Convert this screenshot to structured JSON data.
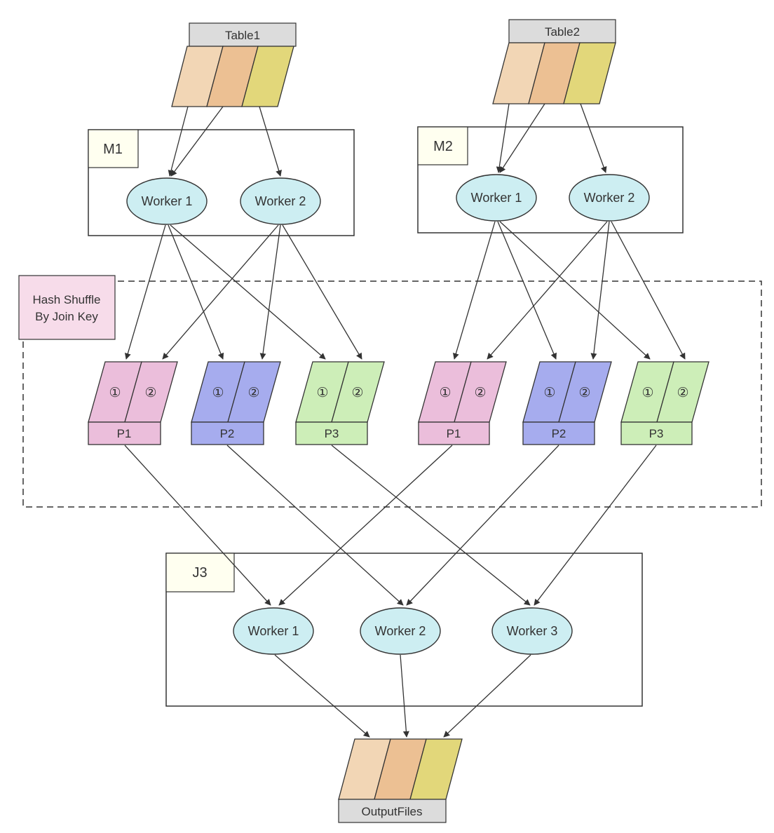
{
  "tables": {
    "table1": "Table1",
    "table2": "Table2",
    "output": "OutputFiles"
  },
  "stages": {
    "m1": {
      "label": "M1",
      "workers": [
        "Worker 1",
        "Worker 2"
      ]
    },
    "m2": {
      "label": "M2",
      "workers": [
        "Worker 1",
        "Worker 2"
      ]
    },
    "j3": {
      "label": "J3",
      "workers": [
        "Worker 1",
        "Worker 2",
        "Worker 3"
      ]
    }
  },
  "shuffle": {
    "line1": "Hash Shuffle",
    "line2": "By Join Key"
  },
  "partitions": {
    "left": [
      "P1",
      "P2",
      "P3"
    ],
    "right": [
      "P1",
      "P2",
      "P3"
    ],
    "markers": [
      "①",
      "②"
    ]
  },
  "colors": {
    "file_segments": [
      "#f2d6b5",
      "#ecc093",
      "#e2d77a"
    ],
    "file_header": "#dcdcdc",
    "worker_fill": "#cdeef2",
    "stage_label_fill": "#fffff0",
    "shuffle_label_fill": "#f7dcea",
    "p1": "#ebbedb",
    "p2": "#a6acee",
    "p3": "#cdeeb8",
    "stroke": "#333333"
  }
}
